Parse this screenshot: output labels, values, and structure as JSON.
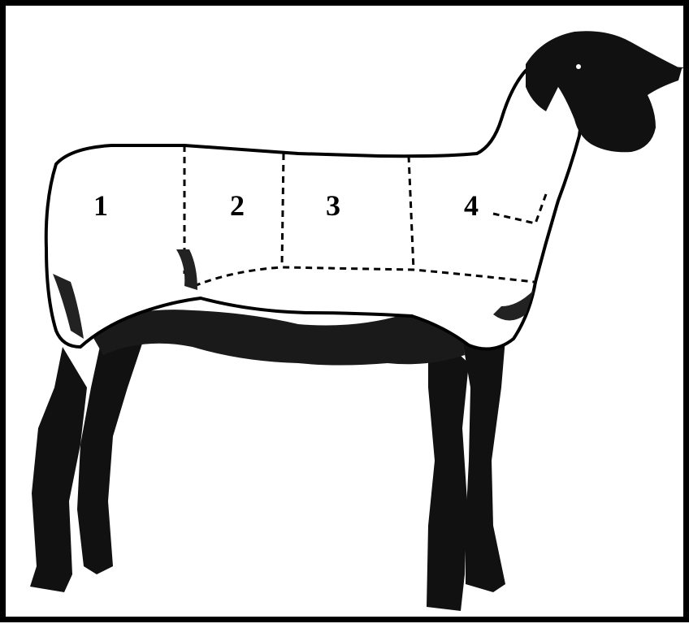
{
  "diagram": {
    "section_labels": [
      "1",
      "2",
      "3",
      "4"
    ]
  }
}
